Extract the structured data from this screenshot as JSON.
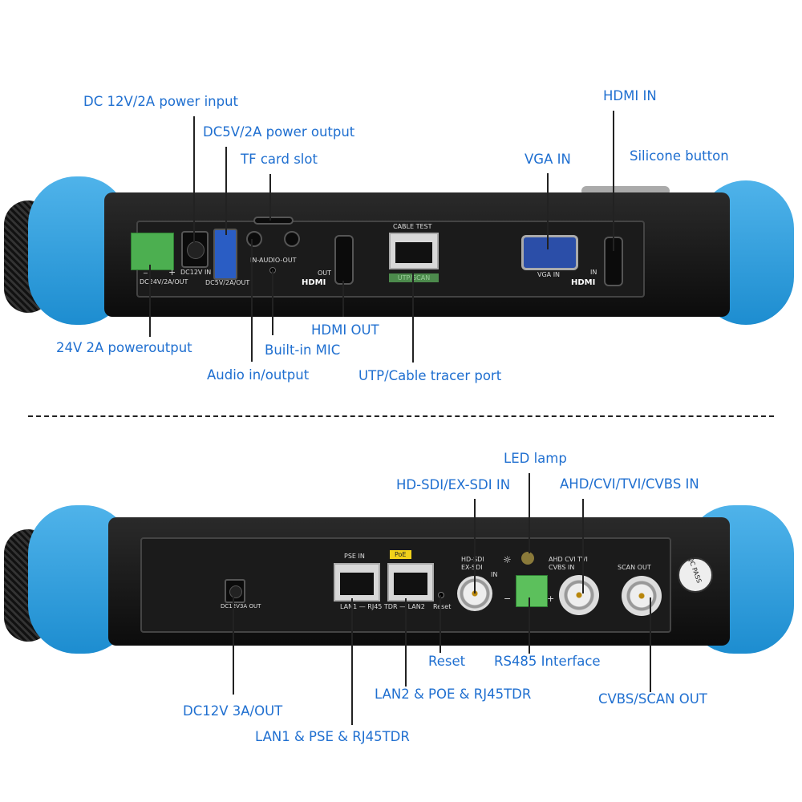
{
  "top": {
    "callouts": {
      "dc12_in": "DC 12V/2A power input",
      "dc5_out": "DC5V/2A power output",
      "tf": "TF card slot",
      "hdmi_in": "HDMI IN",
      "vga_in": "VGA IN",
      "silicone": "Silicone button",
      "p24": "24V 2A poweroutput",
      "mic": "Built-in MIC",
      "hdmi_out": "HDMI OUT",
      "audio": "Audio in/output",
      "utp": "UTP/Cable tracer port"
    },
    "panel": {
      "dc24": "DC24V/2A/OUT",
      "minus": "−",
      "plus": "+",
      "dc12": "DC12V IN",
      "dc5": "DC5V/2A/OUT",
      "audio": "IN-AUDIO-OUT",
      "out": "OUT",
      "hdmi1": "HDMI",
      "cable_test": "CABLE TEST",
      "utp_scan": "UTP/SCAN",
      "vga": "VGA IN",
      "in": "IN",
      "hdmi2": "HDMI"
    }
  },
  "bottom": {
    "callouts": {
      "led": "LED lamp",
      "sdi": "HD-SDI/EX-SDI IN",
      "ahd": "AHD/CVI/TVI/CVBS IN",
      "reset": "Reset",
      "rs485": "RS485 Interface",
      "lan2": "LAN2 & POE & RJ45TDR",
      "cvbs_out": "CVBS/SCAN OUT",
      "dc12_out": "DC12V 3A/OUT",
      "lan1": "LAN1 & PSE & RJ45TDR"
    },
    "panel": {
      "dc12": "DC12V3A OUT",
      "pse": "PSE IN",
      "poe": "PoE",
      "lan": "LAN1 — RJ45 TDR — LAN2",
      "reset": "Reset",
      "sdi1": "HD-SDI",
      "sdi2": "EX-SDI",
      "in": "IN",
      "ahd": "AHD  CVI  TVI",
      "cvbs": "CVBS IN",
      "scan": "SCAN OUT",
      "qc": "QC PASS",
      "minus": "−",
      "plus": "+"
    }
  }
}
